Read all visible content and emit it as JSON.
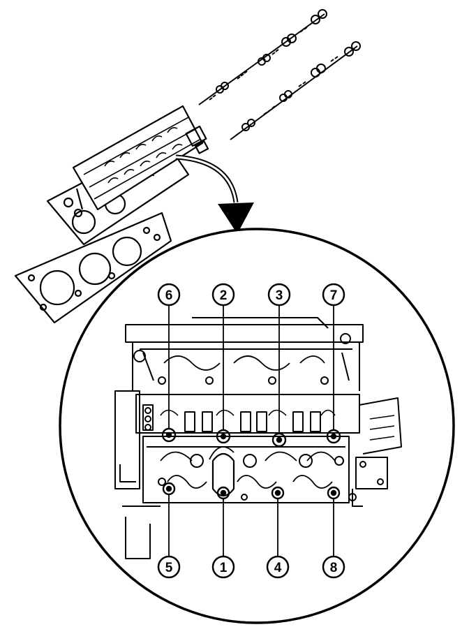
{
  "diagram": {
    "stroke_color": "#000000",
    "background_color": "#ffffff",
    "callouts": [
      {
        "id": "c6",
        "label": "6"
      },
      {
        "id": "c2",
        "label": "2"
      },
      {
        "id": "c3",
        "label": "3"
      },
      {
        "id": "c7",
        "label": "7"
      },
      {
        "id": "c5",
        "label": "5"
      },
      {
        "id": "c1",
        "label": "1"
      },
      {
        "id": "c4",
        "label": "4"
      },
      {
        "id": "c8",
        "label": "8"
      }
    ]
  }
}
